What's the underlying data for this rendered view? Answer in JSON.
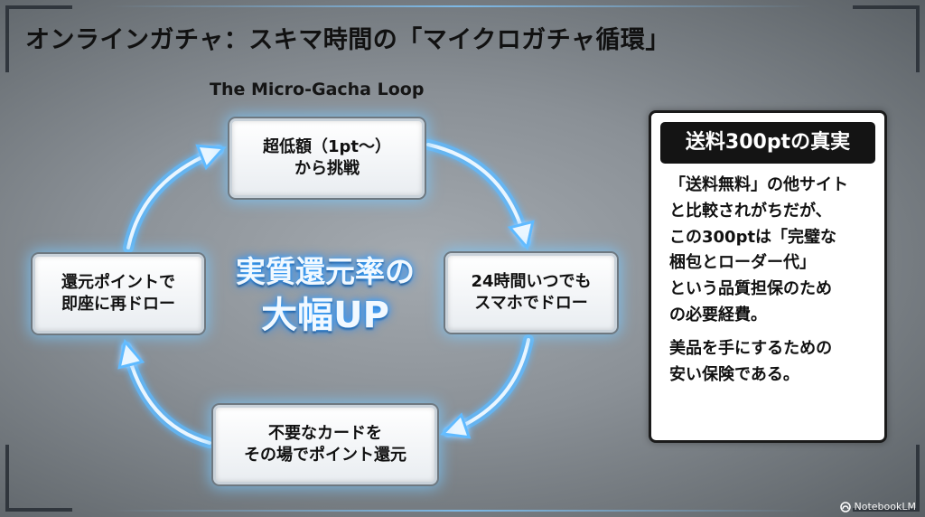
{
  "title": "オンラインガチャ：スキマ時間の「マイクロガチャ循環」",
  "subtitle": "The Micro-Gacha Loop",
  "loop": {
    "stages": [
      {
        "id": "top",
        "lines": [
          "超低額（1pt〜）",
          "から挑戦"
        ]
      },
      {
        "id": "right",
        "lines": [
          "24時間いつでも",
          "スマホでドロー"
        ]
      },
      {
        "id": "bottom",
        "lines": [
          "不要なカードを",
          "その場でポイント還元"
        ]
      },
      {
        "id": "left",
        "lines": [
          "還元ポイントで",
          "即座に再ドロー"
        ]
      }
    ],
    "center": [
      "実質還元率の",
      "大幅UP"
    ]
  },
  "panel": {
    "title": "送料300ptの真実",
    "paragraphs": [
      [
        "「送料無料」の他サイト",
        "と比較されがちだが、",
        "この300ptは「完璧な",
        "梱包とローダー代」",
        "という品質担保のため",
        "の必要経費。"
      ],
      [
        "美品を手にするための",
        "安い保険である。"
      ]
    ]
  },
  "footer": {
    "brand": "NotebookLM"
  },
  "colors": {
    "glow": "#5fbaff",
    "arrow_core": "#eaf6ff",
    "panel_header": "#141414"
  }
}
